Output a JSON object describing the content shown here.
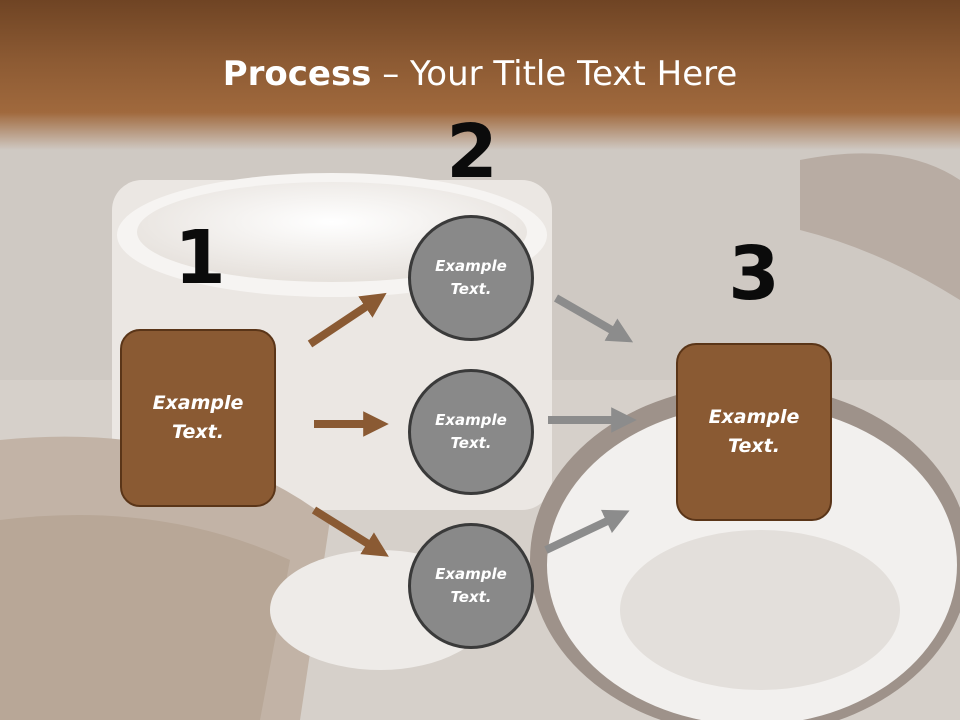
{
  "title": {
    "bold": "Process",
    "rest": " – Your Title Text Here"
  },
  "steps": [
    {
      "number": "1",
      "text": "Example\nText."
    },
    {
      "number": "2",
      "items": [
        "Example\nText.",
        "Example\nText.",
        "Example\nText."
      ]
    },
    {
      "number": "3",
      "text": "Example\nText."
    }
  ],
  "colors": {
    "title_band": "#8c5a33",
    "box_fill": "#8a5a33",
    "box_border": "#5a3518",
    "circle_fill": "#898989",
    "circle_border": "#3a3a3a",
    "arrow_left": "#8a5a33",
    "arrow_right": "#8c8c8c"
  }
}
